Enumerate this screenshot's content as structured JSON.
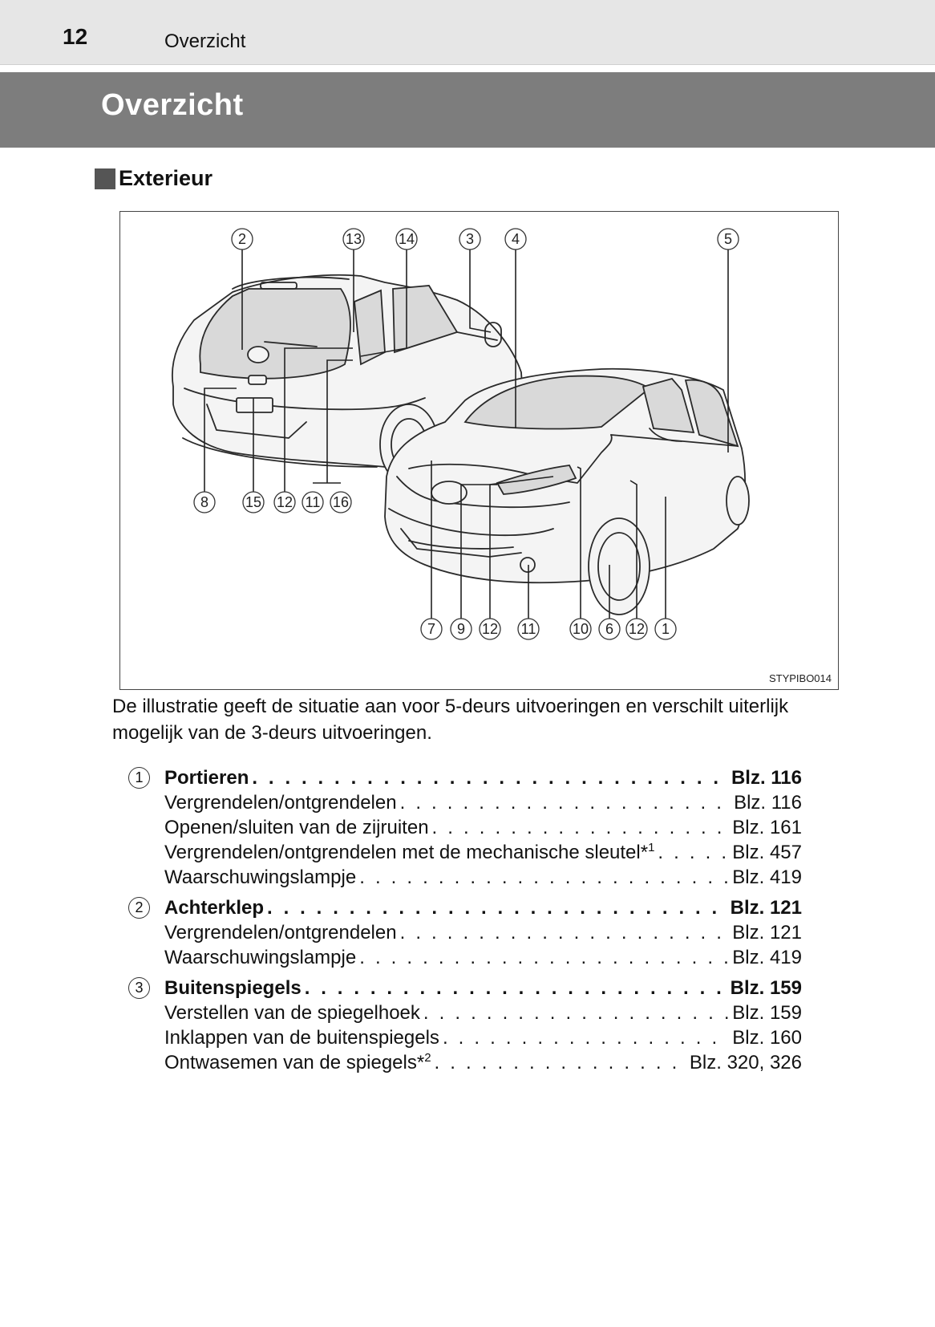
{
  "header": {
    "page_number": "12",
    "running_title": "Overzicht"
  },
  "section": {
    "title": "Overzicht"
  },
  "subsection": {
    "title": "Exterieur"
  },
  "figure": {
    "code": "STYPIBO014",
    "callouts_top": [
      "2",
      "13",
      "14",
      "3",
      "4",
      "5"
    ],
    "callouts_bottom_left": [
      "8",
      "15",
      "12",
      "11",
      "16"
    ],
    "callouts_bottom_right": [
      "7",
      "9",
      "12",
      "11",
      "10",
      "6",
      "12",
      "1"
    ]
  },
  "caption": "De illustratie geeft de situatie aan voor 5-deurs uitvoeringen en verschilt uiterlijk mogelijk van de 3-deurs uitvoeringen.",
  "entries": [
    {
      "num": "1",
      "title": "Portieren",
      "page": "Blz. 116",
      "sub": [
        {
          "label": "Vergrendelen/ontgrendelen",
          "page": "Blz. 116",
          "mark": "",
          "note": ""
        },
        {
          "label": "Openen/sluiten van de zijruiten",
          "page": "Blz. 161",
          "mark": "",
          "note": ""
        },
        {
          "label": "Vergrendelen/ontgrendelen met de mechanische sleutel",
          "page": "Blz. 457",
          "mark": "*",
          "note": "1"
        },
        {
          "label": "Waarschuwingslampje",
          "page": "Blz. 419",
          "mark": "",
          "note": ""
        }
      ]
    },
    {
      "num": "2",
      "title": "Achterklep",
      "page": "Blz. 121",
      "sub": [
        {
          "label": "Vergrendelen/ontgrendelen",
          "page": "Blz. 121",
          "mark": "",
          "note": ""
        },
        {
          "label": "Waarschuwingslampje",
          "page": "Blz. 419",
          "mark": "",
          "note": ""
        }
      ]
    },
    {
      "num": "3",
      "title": "Buitenspiegels",
      "page": "Blz. 159",
      "sub": [
        {
          "label": "Verstellen van de spiegelhoek",
          "page": "Blz. 159",
          "mark": "",
          "note": ""
        },
        {
          "label": "Inklappen van de buitenspiegels",
          "page": "Blz. 160",
          "mark": "",
          "note": ""
        },
        {
          "label": "Ontwasemen van de spiegels",
          "page": "Blz. 320, 326",
          "mark": "*",
          "note": "2"
        }
      ]
    }
  ]
}
